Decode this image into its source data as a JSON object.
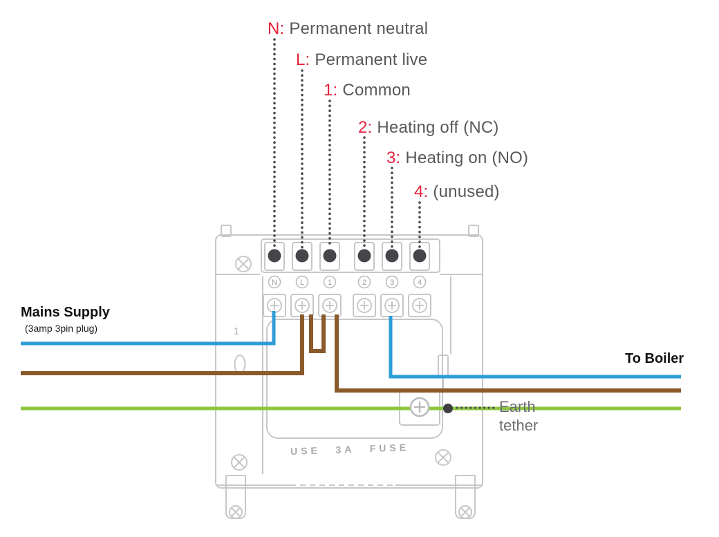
{
  "diagram": {
    "terminal_labels": [
      {
        "key": "N:",
        "desc": "Permanent neutral"
      },
      {
        "key": "L:",
        "desc": "Permanent live"
      },
      {
        "key": "1:",
        "desc": "Common"
      },
      {
        "key": "2:",
        "desc": "Heating off (NC)"
      },
      {
        "key": "3:",
        "desc": "Heating on (NO)"
      },
      {
        "key": "4:",
        "desc": "(unused)"
      }
    ],
    "terminal_ring_letters": [
      "N",
      "L",
      "1",
      "2",
      "3",
      "4"
    ],
    "mains_supply": {
      "title": "Mains Supply",
      "subtitle": "(3amp 3pin plug)"
    },
    "to_boiler": "To Boiler",
    "earth_tether": {
      "line1": "Earth",
      "line2": "tether"
    },
    "plate": {
      "fuse_text": "USE  3A  FUSE",
      "slot_number": "1"
    },
    "colors": {
      "label_red": "#e4213c",
      "label_gray": "#58595b",
      "wire_blue": "#2f9cd8",
      "wire_brown": "#8a5a2b",
      "wire_green": "#8dc63f",
      "plate_gray": "#c6c7c9",
      "terminal_dark": "#46464a"
    }
  }
}
